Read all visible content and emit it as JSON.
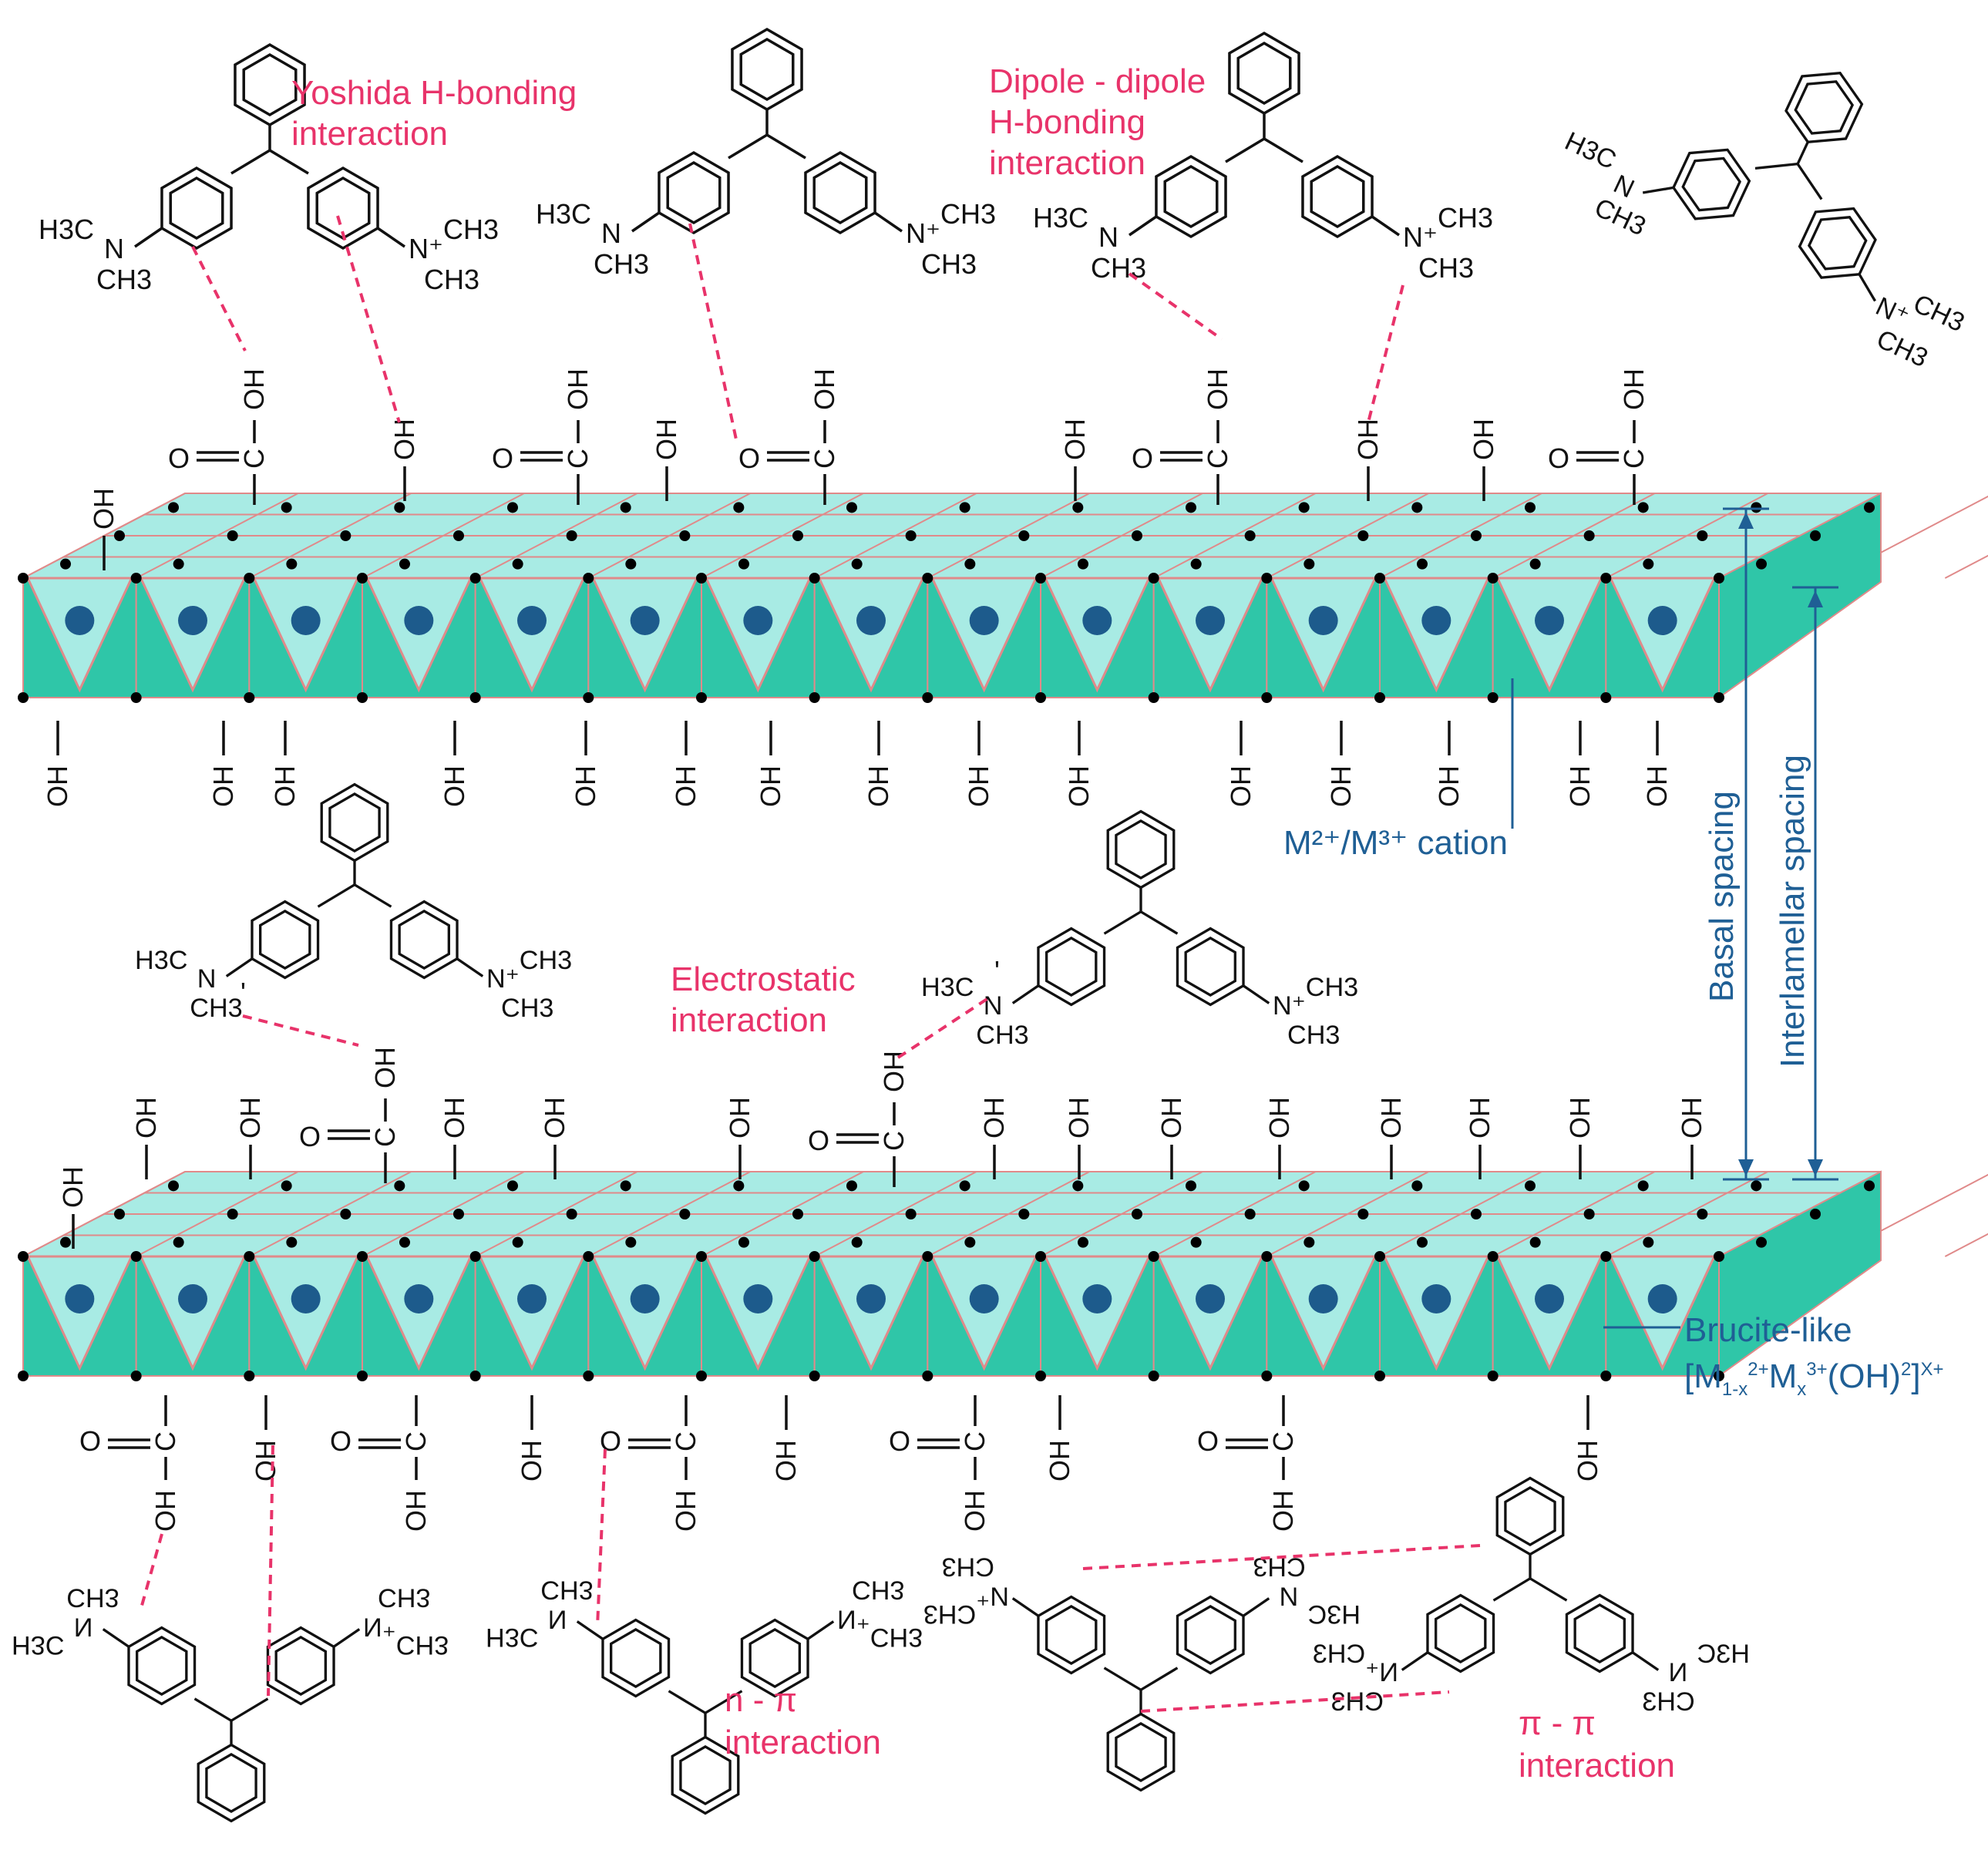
{
  "labels": {
    "yoshida": [
      "Yoshida H-bonding",
      "interaction"
    ],
    "dipole": [
      "Dipole - dipole",
      "H-bonding",
      "interaction"
    ],
    "electrostatic": [
      "Electrostatic",
      "interaction"
    ],
    "npi": [
      "n - π",
      "interaction"
    ],
    "pipi": [
      "π - π",
      "interaction"
    ],
    "cation": "M²⁺/M³⁺ cation",
    "basal": "Basal spacing",
    "interlamellar": "Interlamellar spacing",
    "brucite": "Brucite-like",
    "formula": {
      "open": "[M",
      "sub1": "1-x",
      "sup1": "2+",
      "m2": "M",
      "sub2": "x",
      "sup2": "3+",
      "mid": "(OH)",
      "sup3": "2",
      "close": "]",
      "sup4": "X+"
    }
  },
  "chem": {
    "oh": "OH",
    "ho": "HO",
    "c": "C",
    "o": "O",
    "n": "N",
    "nplus": "N⁺",
    "ch3": "CH3",
    "h3c": "H3C"
  },
  "colors": {
    "pink": "#e8336a",
    "blue": "#1f5f95",
    "layer_top": "#a8ebe4",
    "layer_side": "#2fc6a8",
    "octa_edge": "#e08a8a",
    "cation": "#1d5b8c"
  }
}
